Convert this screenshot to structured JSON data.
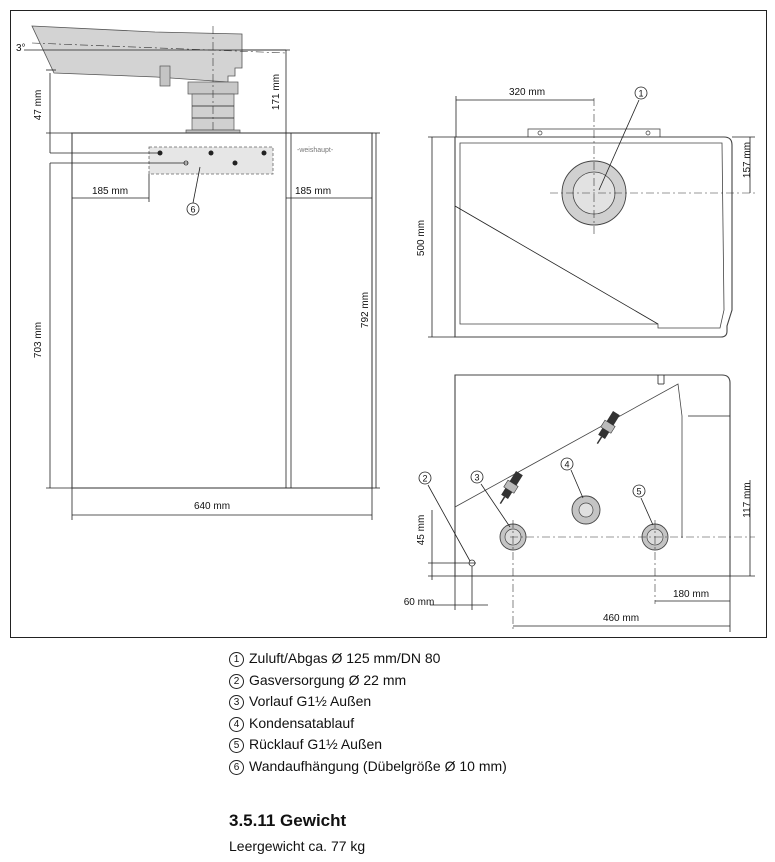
{
  "drawing": {
    "brand": "-weishaupt-",
    "angle_label": "3°",
    "dims": {
      "d47": "47 mm",
      "d171": "171 mm",
      "d185_left": "185 mm",
      "d185_right": "185 mm",
      "d703": "703 mm",
      "d792": "792 mm",
      "d640": "640 mm",
      "d320": "320 mm",
      "d157": "157 mm",
      "d500": "500 mm",
      "d45": "45 mm",
      "d60": "60 mm",
      "d117": "117 mm",
      "d180": "180 mm",
      "d460": "460 mm"
    },
    "markers": [
      "1",
      "2",
      "3",
      "4",
      "5",
      "6"
    ]
  },
  "legend": [
    {
      "num": "1",
      "text": "Zuluft/Abgas Ø 125 mm/DN 80"
    },
    {
      "num": "2",
      "text": "Gasversorgung Ø 22 mm"
    },
    {
      "num": "3",
      "text": "Vorlauf G1½ Außen"
    },
    {
      "num": "4",
      "text": "Kondensatablauf"
    },
    {
      "num": "5",
      "text": "Rücklauf G1½ Außen"
    },
    {
      "num": "6",
      "text": "Wandaufhängung (Dübelgröße Ø 10 mm)"
    }
  ],
  "weight": {
    "heading": "3.5.11 Gewicht",
    "text": "Leergewicht ca. 77 kg"
  }
}
